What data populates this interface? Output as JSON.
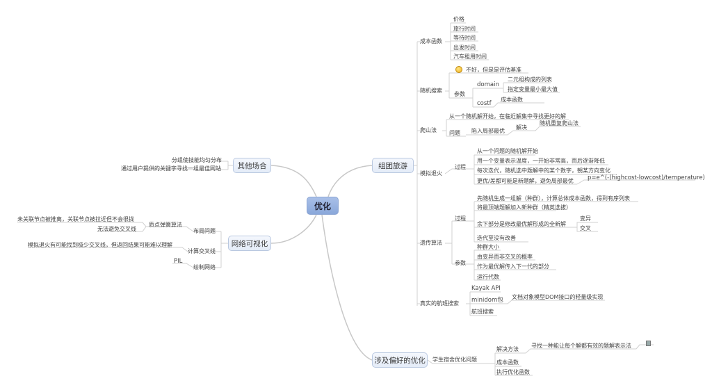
{
  "root": {
    "label": "优化"
  },
  "branches": {
    "group_travel": {
      "label": "组团旅游",
      "cost_function": {
        "label": "成本函数",
        "items": [
          "价格",
          "旅行时间",
          "等待时间",
          "出发时间",
          "汽车租用时间"
        ]
      },
      "random_search": {
        "label": "随机搜索",
        "note": "不好，但是是评估基准",
        "note_icon": "worried-face-icon",
        "params": {
          "label": "参数",
          "domain": {
            "label": "domain",
            "items": [
              "二元组构成的列表",
              "指定变量最小最大值"
            ]
          },
          "costf": {
            "label": "costf",
            "items": [
              "成本函数"
            ]
          }
        }
      },
      "hill_climb": {
        "label": "爬山法",
        "desc": "从一个随机解开始，在临近解集中寻找更好的解",
        "problem": {
          "label": "问题",
          "item": "陷入局部最优",
          "solve": {
            "label": "解决",
            "item": "随机重复爬山法"
          }
        }
      },
      "annealing": {
        "label": "模拟退火",
        "process": {
          "label": "过程",
          "items": [
            "从一个问题的随机解开始",
            "用一个变量表示温度，一开始非常高，而后逐渐降低",
            "每次迭代，随机选中题解中的某个数字，朝某方向变化",
            "更优/差都可能是新题解，避免局部最优"
          ],
          "formula": "p=e^(-(highcost-lowcost)/temperature)"
        }
      },
      "genetic": {
        "label": "遗传算法",
        "process": {
          "label": "过程",
          "items": [
            "先随机生成一组解（种群），计算总体成本函数，得到有序列表",
            "将最顶端题解加入新种群（精英选拔）",
            "余下部分是修改最优解形成的全新解",
            "迭代至没有改善"
          ],
          "sub": [
            "变异",
            "交叉"
          ]
        },
        "params": {
          "label": "参数",
          "items": [
            "种群大小",
            "由变异而非交叉的概率",
            "作为最优解传入下一代的部分",
            "运行代数"
          ]
        }
      },
      "real_flight": {
        "label": "真实的航班搜索",
        "items": [
          "Kayak API",
          "minidom包",
          "航班搜索"
        ],
        "minidom_desc": "文档对象模型DOM接口的轻量级实现"
      }
    },
    "preference": {
      "label": "涉及偏好的优化",
      "dorm": {
        "label": "学生宿舍优化问题",
        "solution": {
          "label": "解决方法",
          "item": "寻找一种能让每个解都有效的题解表示法",
          "note_icon": "note-icon"
        },
        "items": [
          "成本函数",
          "执行优化函数"
        ]
      }
    },
    "other": {
      "label": "其他场合",
      "items": [
        "分组使技能均匀分布",
        "通过用户提供的关键字寻找一组最佳网站"
      ]
    },
    "network": {
      "label": "网络可视化",
      "layout": {
        "label": "布局问题",
        "spring": {
          "label": "质点弹簧算法",
          "items": [
            "未关联节点被推离，关联节点被拉近但不会很拢",
            "无法避免交叉线"
          ]
        }
      },
      "cross": {
        "label": "计算交叉线",
        "item": "模拟退火有可能找到极少交叉线，但返回结果可能难以理解"
      },
      "draw": {
        "label": "绘制网络",
        "item": "PIL"
      }
    }
  }
}
